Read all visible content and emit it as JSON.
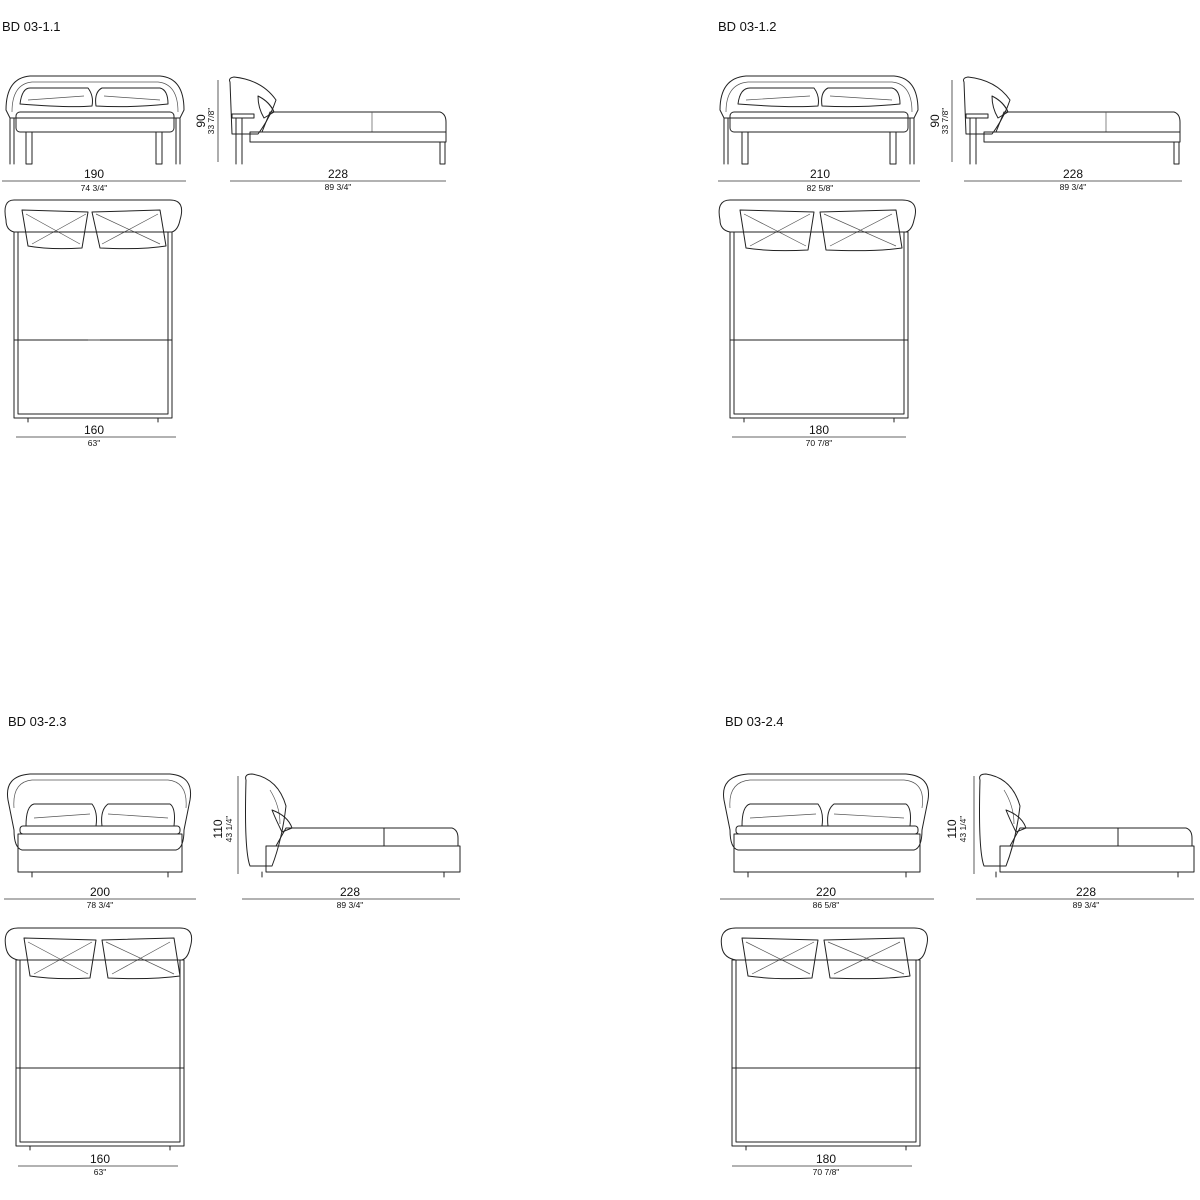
{
  "sheet": {
    "models": [
      {
        "code": "BD 03-1.1",
        "height_cm": "90",
        "height_in": "33 7/8\"",
        "front_width_cm": "190",
        "front_width_in": "74 3/4\"",
        "side_length_cm": "228",
        "side_length_in": "89 3/4\"",
        "mattress_width_cm": "160",
        "mattress_width_in": "63\""
      },
      {
        "code": "BD 03-1.2",
        "height_cm": "90",
        "height_in": "33 7/8\"",
        "front_width_cm": "210",
        "front_width_in": "82 5/8\"",
        "side_length_cm": "228",
        "side_length_in": "89 3/4\"",
        "mattress_width_cm": "180",
        "mattress_width_in": "70 7/8\""
      },
      {
        "code": "BD 03-2.3",
        "height_cm": "110",
        "height_in": "43 1/4\"",
        "front_width_cm": "200",
        "front_width_in": "78 3/4\"",
        "side_length_cm": "228",
        "side_length_in": "89 3/4\"",
        "mattress_width_cm": "160",
        "mattress_width_in": "63\""
      },
      {
        "code": "BD 03-2.4",
        "height_cm": "110",
        "height_in": "43 1/4\"",
        "front_width_cm": "220",
        "front_width_in": "86 5/8\"",
        "side_length_cm": "228",
        "side_length_in": "89 3/4\"",
        "mattress_width_cm": "180",
        "mattress_width_in": "70 7/8\""
      }
    ]
  }
}
